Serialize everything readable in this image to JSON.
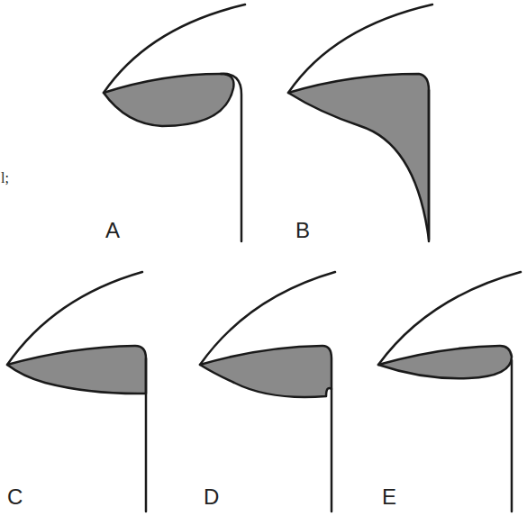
{
  "diagram": {
    "labels": [
      "l;",
      "A",
      "B",
      "C",
      "D",
      "E"
    ]
  }
}
